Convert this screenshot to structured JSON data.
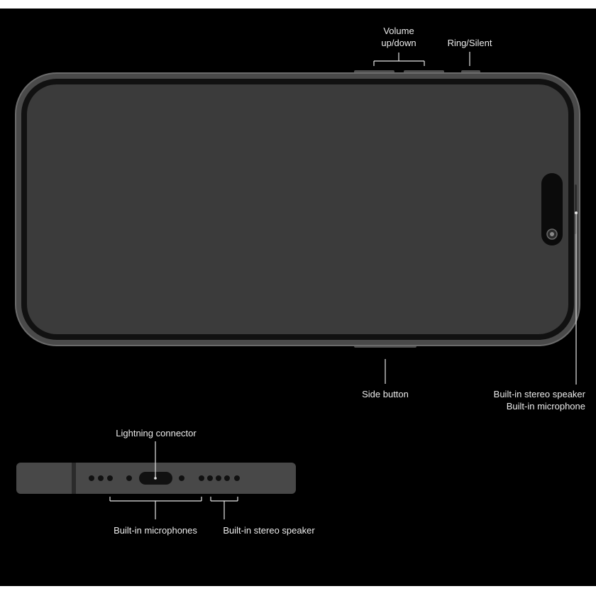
{
  "labels": {
    "volume": [
      "Volume",
      "up/down"
    ],
    "ring_silent": "Ring/Silent",
    "side_button": "Side button",
    "speaker_mic": [
      "Built-in stereo speaker",
      "Built-in microphone"
    ],
    "lightning": "Lightning connector",
    "microphones": "Built-in microphones",
    "stereo_speaker": "Built-in stereo speaker"
  },
  "colors": {
    "background": "#000000",
    "frame": "#4a4a4a",
    "frame_edge": "#6b6b6b",
    "screen": "#3b3b3b",
    "bezel": "#111111",
    "leader_line": "#e6e6e6",
    "label_text": "#ececec"
  }
}
